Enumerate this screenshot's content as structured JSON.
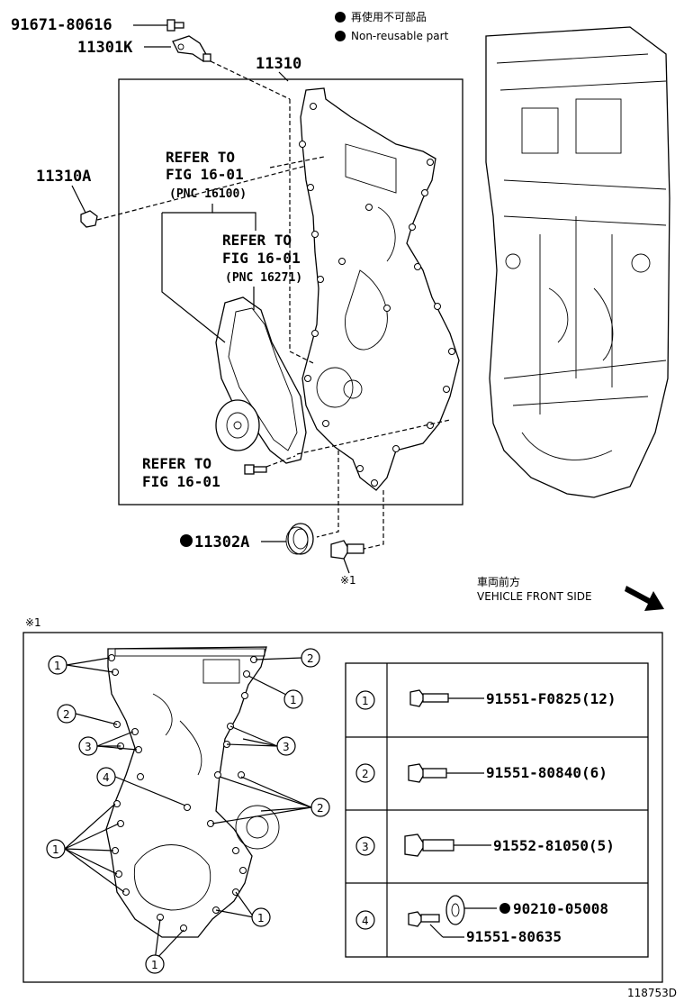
{
  "legend": {
    "jp_label": "再使用不可部品",
    "en_label": "Non-reusable part"
  },
  "parts": {
    "p91671": "91671-80616",
    "p11301K": "11301K",
    "p11310": "11310",
    "p11310A": "11310A",
    "p11302A": "11302A"
  },
  "refs": {
    "ref1_line1": "REFER TO",
    "ref1_line2": "FIG 16-01",
    "ref1_line3": "(PNC 16100)",
    "ref2_line1": "REFER TO",
    "ref2_line2": "FIG 16-01",
    "ref2_line3": "(PNC 16271)",
    "ref3_line1": "REFER TO",
    "ref3_line2": "FIG 16-01"
  },
  "note_mark": "※1",
  "detail_mark": "※1",
  "direction": {
    "jp": "車両前方",
    "en": "VEHICLE FRONT SIDE"
  },
  "callout_numbers": [
    "1",
    "2",
    "3",
    "4"
  ],
  "bolt_table": [
    {
      "num": "1",
      "part": "91551-F0825(12)"
    },
    {
      "num": "2",
      "part": "91551-80840(6)"
    },
    {
      "num": "3",
      "part": "91552-81050(5)"
    },
    {
      "num": "4",
      "part": "91551-80635",
      "washer": "90210-05008"
    }
  ],
  "figure_id": "118753D"
}
